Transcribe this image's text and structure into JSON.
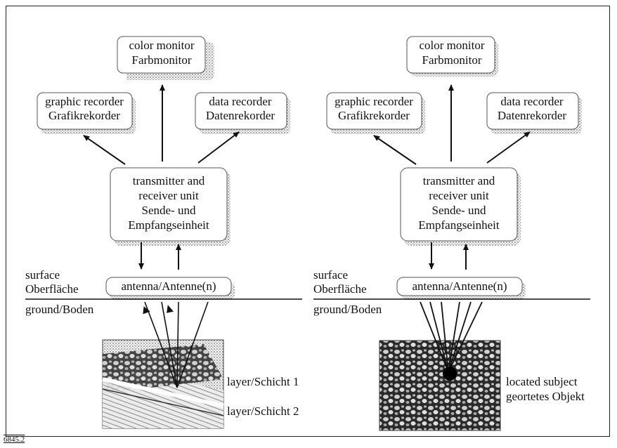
{
  "figure_id": "6845.2",
  "left": {
    "monitor": [
      "color monitor",
      "Farbmonitor"
    ],
    "graphic": [
      "graphic recorder",
      "Grafikrekorder"
    ],
    "data": [
      "data recorder",
      "Datenrekorder"
    ],
    "unit": [
      "transmitter and",
      "receiver unit",
      "Sende- und",
      "Empfangseinheit"
    ],
    "antenna": "antenna/Antenne(n)",
    "surface": [
      "surface",
      "Oberfläche"
    ],
    "ground": "ground/Boden",
    "layer1": "layer/Schicht 1",
    "layer2": "layer/Schicht 2"
  },
  "right": {
    "monitor": [
      "color monitor",
      "Farbmonitor"
    ],
    "graphic": [
      "graphic recorder",
      "Grafikrekorder"
    ],
    "data": [
      "data recorder",
      "Datenrekorder"
    ],
    "unit": [
      "transmitter and",
      "receiver unit",
      "Sende- und",
      "Empfangseinheit"
    ],
    "antenna": "antenna/Antenne(n)",
    "surface": [
      "surface",
      "Oberfläche"
    ],
    "ground": "ground/Boden",
    "located": [
      "located subject",
      "geortetes Objekt"
    ]
  }
}
